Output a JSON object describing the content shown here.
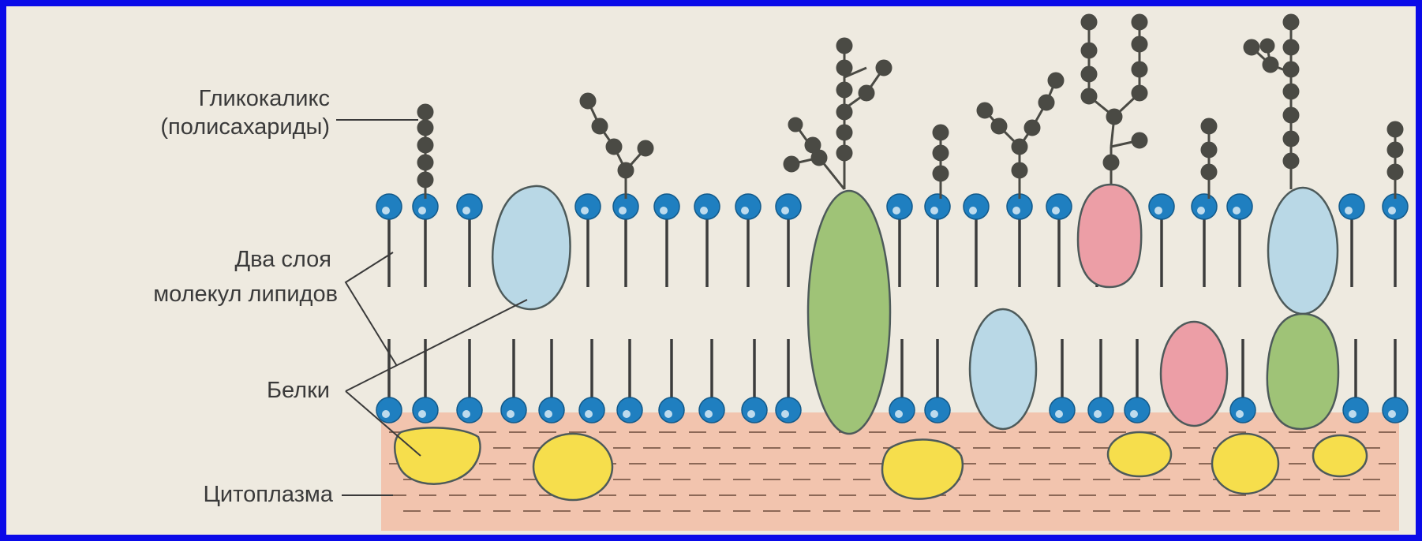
{
  "labels": {
    "glycocalyx_line1": "Гликокаликс",
    "glycocalyx_line2": "(полисахариды)",
    "bilayer_line1": "Два слоя",
    "bilayer_line2": "молекул липидов",
    "proteins": "Белки",
    "cytoplasm": "Цитоплазма"
  },
  "colors": {
    "frame": "#0a0ae8",
    "paper": "#eeeae0",
    "cytoplasm": "#f2c4ae",
    "lipid_head": "#1f7fc0",
    "lipid_tail": "#3c3c3c",
    "sugar": "#4a4a44",
    "protein_blue": "#b9d8e6",
    "protein_green": "#9fc377",
    "protein_pink": "#ec9ea6",
    "protein_yellow": "#f6de4c"
  }
}
